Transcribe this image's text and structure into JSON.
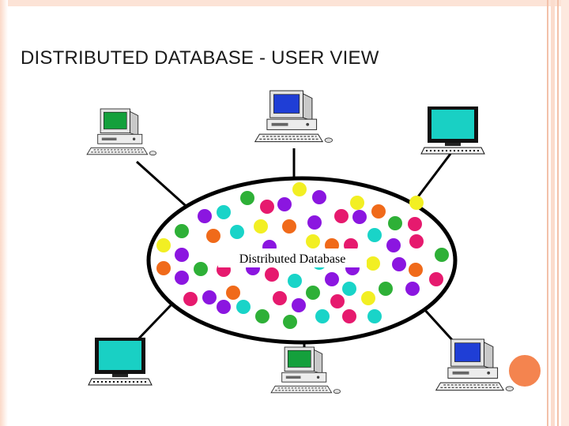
{
  "slide": {
    "title": "DISTRIBUTED DATABASE - USER VIEW"
  },
  "diagram": {
    "center_label": "Distributed Database",
    "nodes": [
      {
        "name": "computer-top-left",
        "type": "desktop-pc",
        "screen_color": "#14a03c"
      },
      {
        "name": "computer-top-center",
        "type": "desktop-pc",
        "screen_color": "#1f3ed6"
      },
      {
        "name": "computer-top-right",
        "type": "monitor",
        "screen_color": "#19d0c4"
      },
      {
        "name": "computer-bottom-left",
        "type": "monitor",
        "screen_color": "#19d0c4"
      },
      {
        "name": "computer-bottom-center",
        "type": "desktop-pc",
        "screen_color": "#14a03c"
      },
      {
        "name": "computer-bottom-right",
        "type": "desktop-pc",
        "screen_color": "#1f3ed6"
      }
    ],
    "dot_colors": [
      "#8b16e0",
      "#e61a6e",
      "#f06a1a",
      "#2eb037",
      "#19d4c8",
      "#f2ef23"
    ]
  },
  "decor": {
    "accent_color": "#f4844f",
    "border_color": "#f7c4ac"
  }
}
